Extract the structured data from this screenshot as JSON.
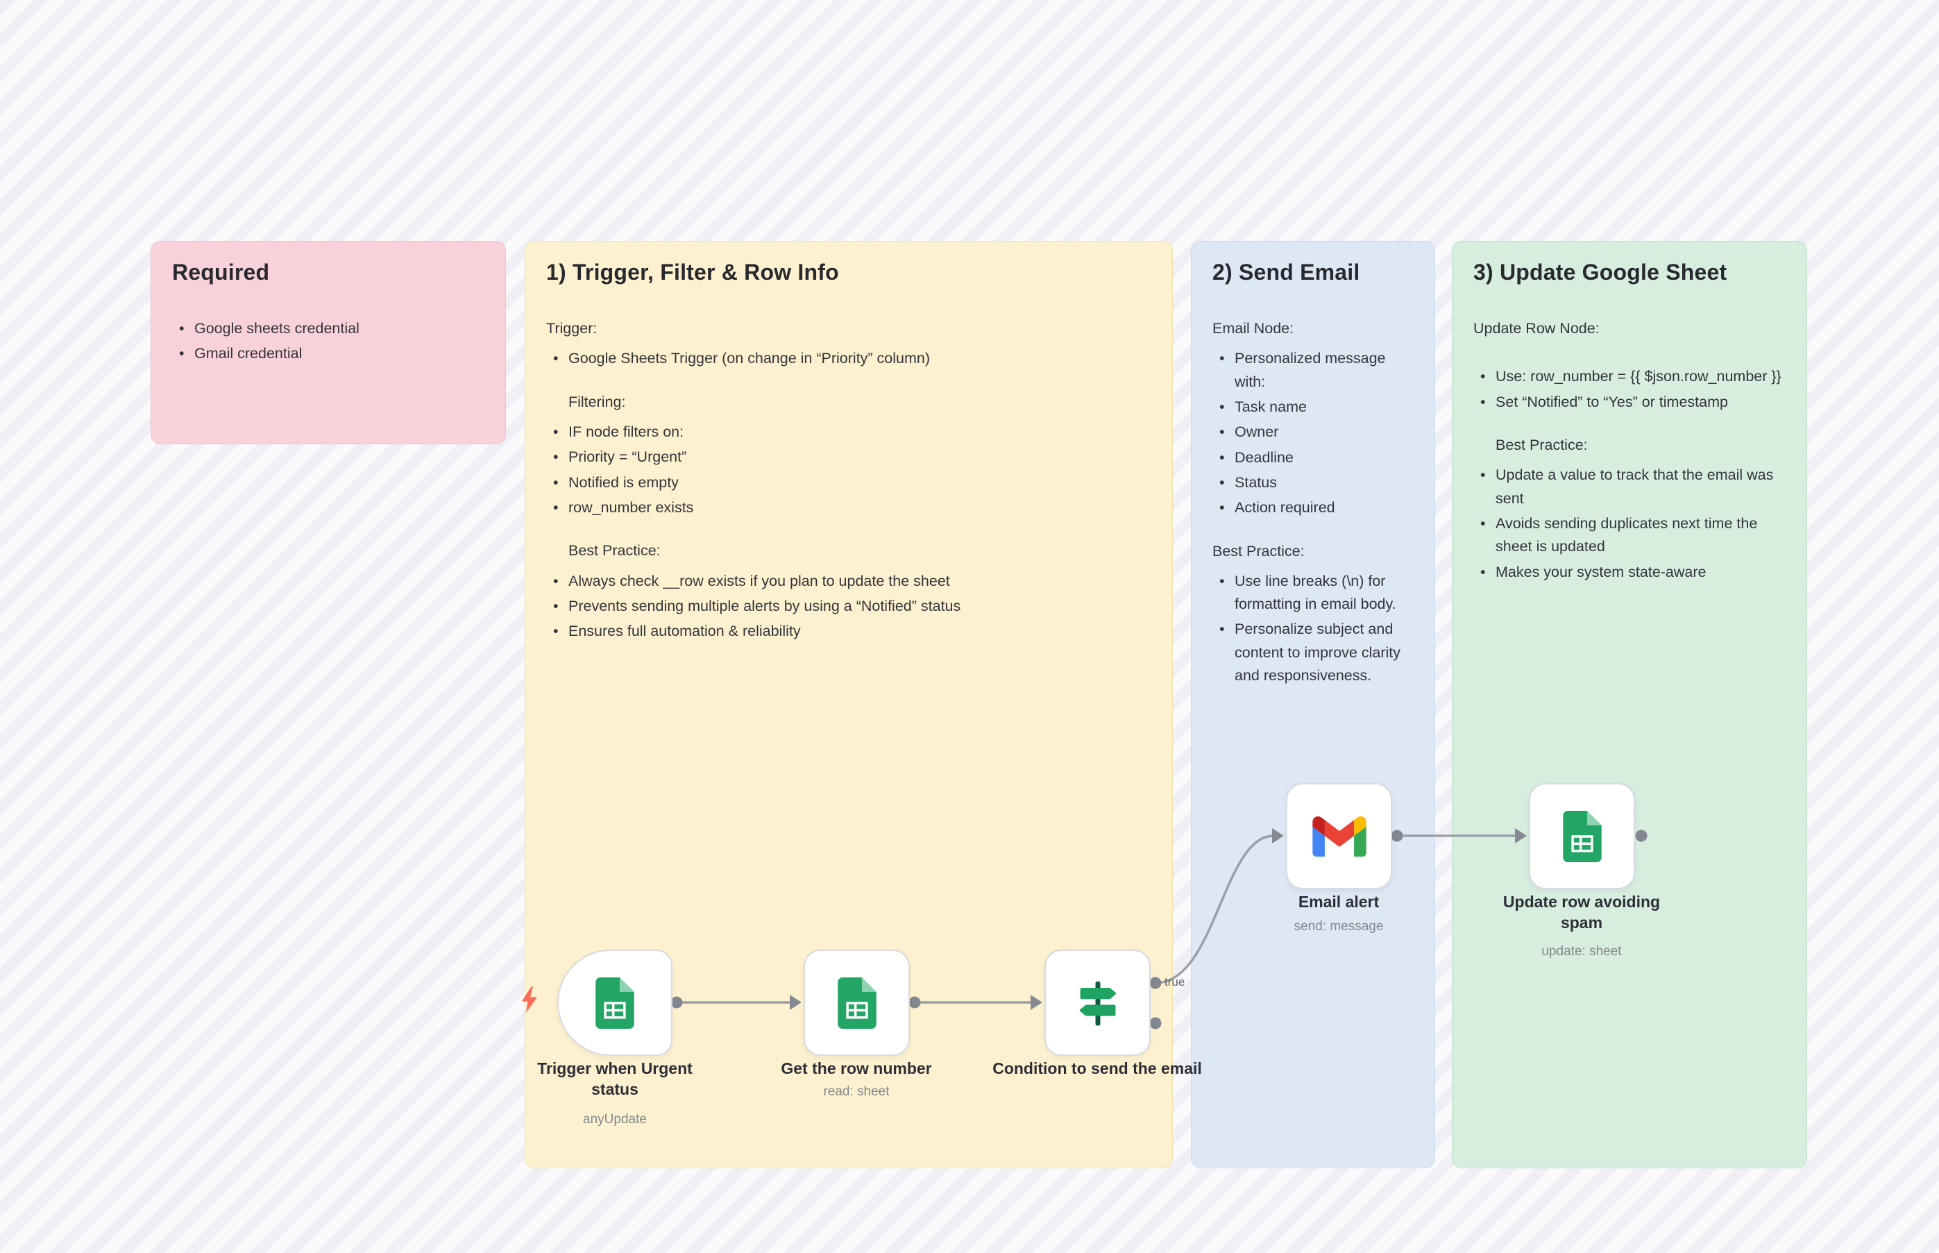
{
  "canvas": {
    "stripe_light": "#fafafd",
    "stripe_dark": "#efeff5"
  },
  "notes": [
    {
      "title": "Required",
      "color": "#f8d2d8",
      "blocks": [
        {
          "t": "li",
          "x": "Google sheets credential"
        },
        {
          "t": "li",
          "x": "Gmail credential"
        }
      ]
    },
    {
      "title": "1) Trigger, Filter & Row Info",
      "color": "#fdf1cf",
      "blocks": [
        {
          "t": "p",
          "x": "Trigger:"
        },
        {
          "t": "li",
          "x": "Google Sheets Trigger (on change in “Priority” column)"
        },
        {
          "t": "gap"
        },
        {
          "t": "p2",
          "x": "Filtering:"
        },
        {
          "t": "li",
          "x": "IF node filters on:"
        },
        {
          "t": "li",
          "x": "Priority = “Urgent”"
        },
        {
          "t": "li",
          "x": "Notified is empty"
        },
        {
          "t": "li",
          "x": "row_number exists"
        },
        {
          "t": "gap"
        },
        {
          "t": "p2",
          "x": "Best Practice:"
        },
        {
          "t": "li",
          "x": "Always check __row exists if you plan to update the sheet"
        },
        {
          "t": "li",
          "x": "Prevents sending multiple alerts by using a “Notified” status"
        },
        {
          "t": "li",
          "x": "Ensures full automation & reliability"
        }
      ]
    },
    {
      "title": "2) Send Email",
      "color": "#dde8f4",
      "blocks": [
        {
          "t": "p",
          "x": "Email Node:"
        },
        {
          "t": "li",
          "x": "Personalized message with:"
        },
        {
          "t": "li",
          "x": "Task name"
        },
        {
          "t": "li",
          "x": "Owner"
        },
        {
          "t": "li",
          "x": "Deadline"
        },
        {
          "t": "li",
          "x": "Status"
        },
        {
          "t": "li",
          "x": "Action required"
        },
        {
          "t": "gap"
        },
        {
          "t": "p",
          "x": "Best Practice:"
        },
        {
          "t": "li",
          "x": "Use line breaks (\\n) for formatting in email body."
        },
        {
          "t": "li",
          "x": "Personalize subject and content to improve clarity and responsiveness."
        }
      ]
    },
    {
      "title": "3) Update Google Sheet",
      "color": "#d7edde",
      "blocks": [
        {
          "t": "p",
          "x": "Update Row Node:"
        },
        {
          "t": "gap"
        },
        {
          "t": "li",
          "x": "Use: row_number = {{ $json.row_number }}"
        },
        {
          "t": "li",
          "x": "Set “Notified” to “Yes” or timestamp"
        },
        {
          "t": "gap"
        },
        {
          "t": "p2",
          "x": "Best Practice:"
        },
        {
          "t": "li",
          "x": "Update a value to track that the email was sent"
        },
        {
          "t": "li",
          "x": "Avoids sending duplicates next time the sheet is updated"
        },
        {
          "t": "li",
          "x": "Makes your system state-aware"
        }
      ]
    }
  ],
  "nodes": [
    {
      "label": "Trigger when Urgent status",
      "sublabel": "anyUpdate",
      "icon": "google-sheets"
    },
    {
      "label": "Get the row number",
      "sublabel": "read: sheet",
      "icon": "google-sheets"
    },
    {
      "label": "Condition to send the email",
      "sublabel": "",
      "icon": "filter-signpost"
    },
    {
      "label": "Email alert",
      "sublabel": "send: message",
      "icon": "gmail"
    },
    {
      "label": "Update row avoiding spam",
      "sublabel": "update: sheet",
      "icon": "google-sheets"
    }
  ],
  "connections": {
    "true_label": "true"
  },
  "colors": {
    "sheets_green": "#23a566",
    "wire_gray": "#9aa0a8",
    "bolt_orange": "#ff6d5a"
  }
}
